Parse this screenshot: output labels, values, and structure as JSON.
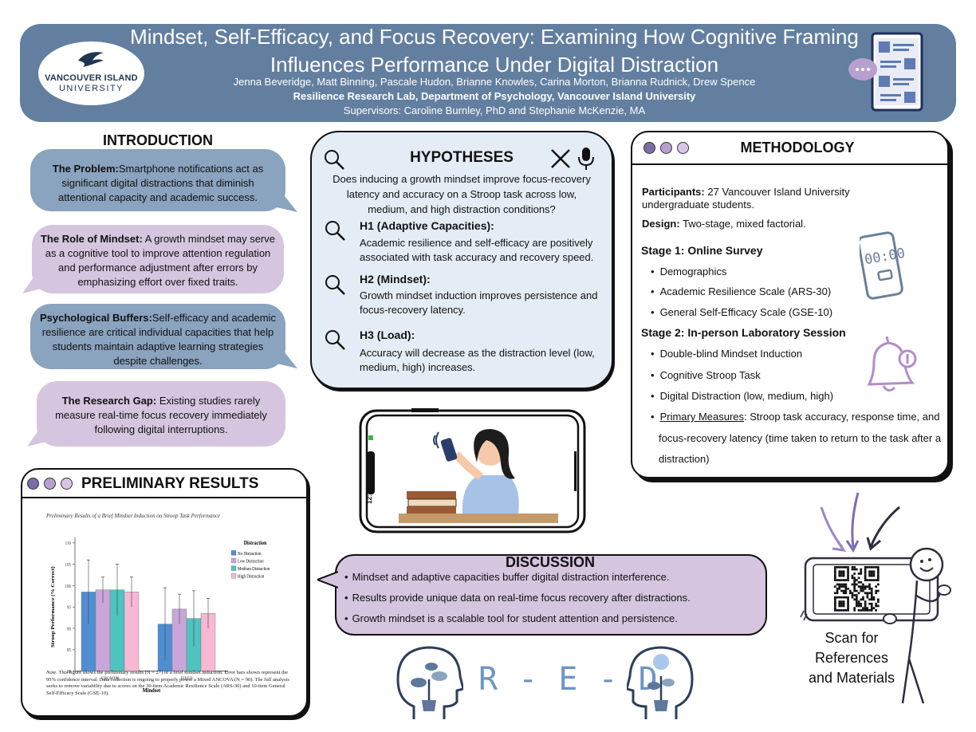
{
  "header": {
    "title": "Mindset, Self-Efficacy, and Focus Recovery: Examining How Cognitive Framing Influences Performance Under Digital Distraction",
    "authors": "Jenna Beveridge, Matt Binning, Pascale Hudon, Brianne Knowles, Carina Morton, Brianna Rudnick, Drew Spence",
    "lab": "Resilience Research Lab, Department of Psychology, Vancouver Island University",
    "supervisors": "Supervisors: Caroline Burnley, PhD and Stephanie McKenzie, MA",
    "logo_line1": "VANCOUVER ISLAND",
    "logo_line2": "UNIVERSITY"
  },
  "introduction": {
    "title": "INTRODUCTION",
    "items": [
      {
        "label": "The Problem:",
        "text": "Smartphone notifications act as significant digital distractions that diminish attentional capacity and academic success."
      },
      {
        "label": "The Role of Mindset:",
        "text": "A growth mindset may serve as a cognitive tool to improve attention regulation and performance adjustment after errors by emphasizing effort over fixed traits."
      },
      {
        "label": "Psychological Buffers:",
        "text": "Self-efficacy and academic resilience are critical individual capacities that help students maintain adaptive learning strategies despite challenges."
      },
      {
        "label": "The Research Gap:",
        "text": "Existing studies rarely measure real-time focus recovery immediately following digital interruptions."
      }
    ]
  },
  "hypotheses": {
    "title": "HYPOTHESES",
    "question": "Does inducing a growth mindset improve focus-recovery latency and accuracy on a Stroop task across low, medium, and high distraction conditions?",
    "items": [
      {
        "head": "H1 (Adaptive Capacities):",
        "body": "Academic resilience and self-efficacy are positively associated with task accuracy and recovery speed."
      },
      {
        "head": "H2 (Mindset):",
        "body": "Growth mindset induction improves persistence and focus-recovery latency."
      },
      {
        "head": "H3 (Load):",
        "body": "Accuracy will decrease as the distraction level (low, medium, high) increases."
      }
    ]
  },
  "methodology": {
    "title": "METHODOLOGY",
    "participants_label": "Participants:",
    "participants_text": "27 Vancouver Island University undergraduate students.",
    "design_label": "Design:",
    "design_text": "Two-stage, mixed factorial.",
    "stage1": "Stage 1: Online Survey",
    "stage1_items": [
      "Demographics",
      "Academic Resilience Scale (ARS-30)",
      "General Self-Efficacy Scale (GSE-10)"
    ],
    "stage2": "Stage 2: In-person Laboratory Session",
    "stage2_items": [
      "Double-blind Mindset Induction",
      "Cognitive Stroop Task",
      "Digital Distraction (low, medium, high)"
    ],
    "primary_label": "Primary Measures",
    "primary_text": ": Stroop task accuracy, response time, and",
    "primary_text2": "focus-recovery latency (time taken to return to the task after a",
    "primary_text3": "distraction)",
    "timer_text": "00:00"
  },
  "results": {
    "title": "PRELIMINARY RESULTS",
    "caption": "Preliminary Results of a Brief Mindset Induction on Stroop Task Performance",
    "note_label": "Note.",
    "note": "This figure shows the preliminary results (N = 27) of a brief mindset induction. Error bars shown represent the 95% confidence interval. Data collection is ongoing to properly power a Mixed ANCOVA (N = 90). The full analysis seeks to remove variability due to scores on the 30-item Academic Resilience Scale (ARS-30) and 10-item General Self-Efficacy Scale (GSE-10)."
  },
  "chart_data": {
    "type": "bar",
    "categories": [
      "GROWTH",
      "FIXED"
    ],
    "xlabel": "Mindset",
    "ylabel": "Stroop Performance (% Correct)",
    "ylim": [
      80,
      110
    ],
    "yticks": [
      80,
      85,
      90,
      95,
      100,
      105,
      110
    ],
    "legend_title": "Distraction",
    "legend_placement": "top-right",
    "grid": false,
    "series": [
      {
        "name": "No Distraction",
        "color": "#4f8ed0",
        "values": [
          98.5,
          91
        ],
        "ci": [
          7.5,
          8.5
        ]
      },
      {
        "name": "Low Distraction",
        "color": "#c9a6d9",
        "values": [
          99,
          94.5
        ],
        "ci": [
          3,
          3.5
        ]
      },
      {
        "name": "Medium Distraction",
        "color": "#4ec3c0",
        "values": [
          99,
          92.3
        ],
        "ci": [
          6,
          6.5
        ]
      },
      {
        "name": "High Distraction",
        "color": "#f6b8d2",
        "values": [
          98.5,
          93.5
        ],
        "ci": [
          3.5,
          3.5
        ]
      }
    ]
  },
  "phone": {
    "time": "12:30"
  },
  "discussion": {
    "title": "DISCUSSION",
    "items": [
      "Mindset and adaptive capacities buffer digital distraction interference.",
      "Results provide unique data on real-time focus recovery after distractions.",
      "Growth mindset is a scalable tool for student attention and persistence."
    ]
  },
  "red_letters": "R - E - D",
  "scan": {
    "line1": "Scan for",
    "line2": "References",
    "line3": "and Materials"
  },
  "colors": {
    "header": "#637fa0",
    "blue_bubble": "#8aa3bf",
    "lavender_bubble": "#d5c5df",
    "hyp_bg": "#e4edf5"
  }
}
